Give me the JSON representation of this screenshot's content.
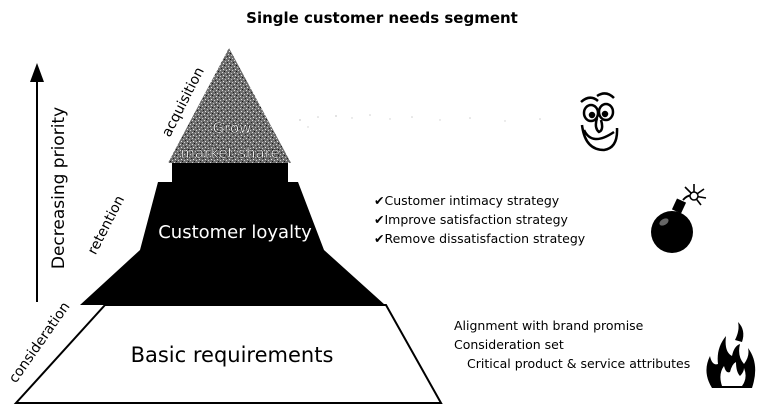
{
  "title": "Single customer needs segment",
  "axis_label": "Decreasing priority",
  "tiers": {
    "top": {
      "side_label": "acquisition",
      "center_line1": "Grow",
      "center_line2": "market share"
    },
    "middle": {
      "side_label": "retention",
      "center_label": "Customer loyalty"
    },
    "bottom": {
      "side_label": "consideration",
      "center_label": "Basic requirements"
    }
  },
  "middle_strategies": {
    "check_glyph": "✔",
    "items": [
      "Customer intimacy strategy",
      "Improve satisfaction strategy",
      "Remove dissatisfaction strategy"
    ]
  },
  "bottom_items": [
    "Alignment with brand promise",
    "Consideration set",
    "Critical product & service attributes"
  ],
  "icons": [
    "smiley-face-icon",
    "bomb-icon",
    "fire-icon"
  ]
}
